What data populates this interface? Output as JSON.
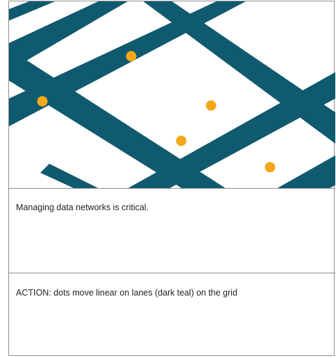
{
  "storyboard_frame": {
    "illustration": {
      "lane_color": "#0f5a6e",
      "dot_color": "#f3a81b",
      "background_color": "#ffffff",
      "lane_count": 8,
      "dot_count": 5
    },
    "caption": "Managing data networks is critical.",
    "action_note": "ACTION: dots move linear on lanes (dark teal) on the grid"
  }
}
